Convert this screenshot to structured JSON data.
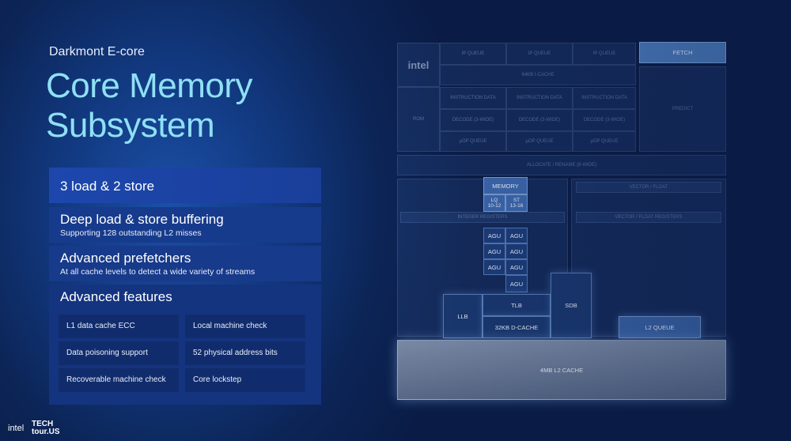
{
  "header": {
    "subtitle": "Darkmont E-core",
    "title_line1": "Core Memory",
    "title_line2": "Subsystem"
  },
  "features": [
    {
      "title": "3 load & 2 store",
      "subtitle": ""
    },
    {
      "title": "Deep load & store buffering",
      "subtitle": "Supporting 128 outstanding L2 misses"
    },
    {
      "title": "Advanced prefetchers",
      "subtitle": "At all cache levels to detect a wide variety of streams"
    },
    {
      "title": "Advanced features",
      "subtitle": ""
    }
  ],
  "advanced_features": [
    "L1 data cache ECC",
    "Local machine check",
    "Data poisoning support",
    "52 physical address bits",
    "Recoverable machine check",
    "Core lockstep"
  ],
  "footer": {
    "logo": "intel",
    "tech_line1": "TECH",
    "tech_line2": "tour.US"
  },
  "diagram": {
    "intel_label": "intel",
    "fetch": "FETCH",
    "memory": "MEMORY",
    "lq": "LQ\n10-12",
    "st": "ST\n13-16",
    "agu": "AGU",
    "tlb": "TLB",
    "llb": "LLB",
    "dcache": "32KB D-CACHE",
    "sdb": "SDB",
    "l2queue": "L2 QUEUE",
    "l2cache": "4MB L2 CACHE",
    "ip_queue": "IP QUEUE",
    "icache": "64KB I-CACHE",
    "rom": "ROM",
    "instruction_data": "INSTRUCTION DATA",
    "decode": "DECODE (3-WIDE)",
    "uop_queue": "µOP QUEUE",
    "predict": "PREDICT",
    "allocate": "ALLOCATE / RENAME (8-WIDE)",
    "integer_registers": "INTEGER REGISTERS",
    "vector_registers": "VECTOR / FLOAT REGISTERS",
    "vector_float": "VECTOR / FLOAT"
  }
}
